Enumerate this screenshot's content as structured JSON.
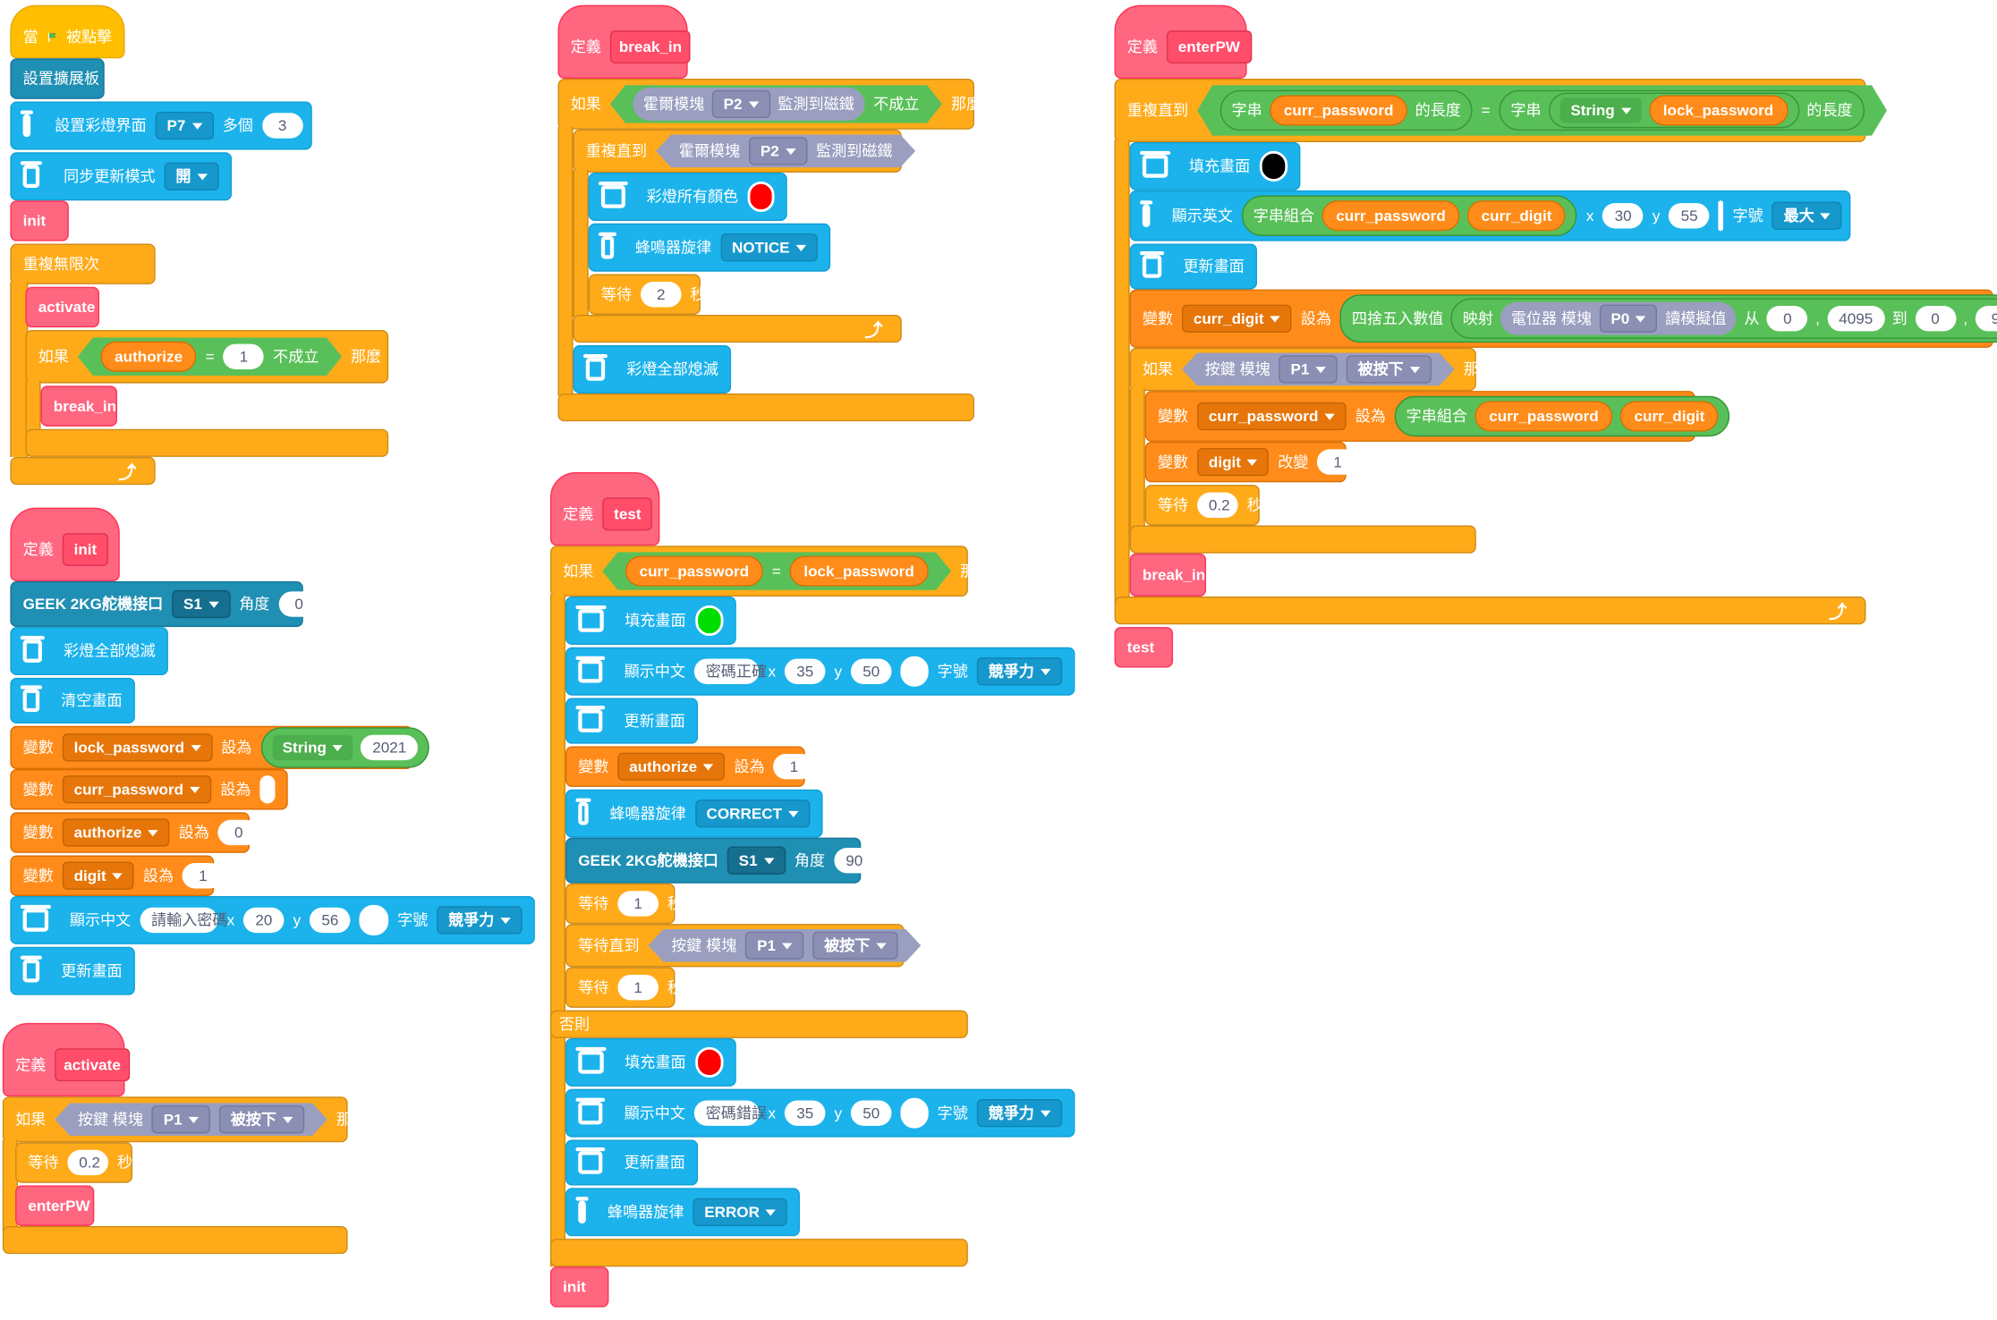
{
  "labels": {
    "when": "當",
    "clicked": "被點擊",
    "setup_board": "設置擴展板",
    "set_led": "設置彩燈界面",
    "multi": "多個",
    "sync_mode": "同步更新模式",
    "forever": "重複無限次",
    "if": "如果",
    "not_true": "不成立",
    "then": "那麼",
    "define": "定義",
    "servo": "GEEK 2KG舵機接口",
    "angle": "角度",
    "led_off": "彩燈全部熄滅",
    "clear_screen": "清空畫面",
    "variable": "變數",
    "set_to": "設為",
    "show_cn": "顯示中文",
    "x": "x",
    "y": "y",
    "font": "字號",
    "update_screen": "更新畫面",
    "button": "按鍵 模塊",
    "pressed": "被按下",
    "wait": "等待",
    "sec": "秒",
    "hall": "霍爾模塊",
    "detect_magnet": "監測到磁鐵",
    "repeat_until": "重複直到",
    "led_all_color": "彩燈所有顏色",
    "buzzer": "蜂鳴器旋律",
    "fill_screen": "填充畫面",
    "wait_until": "等待直到",
    "else": "否則",
    "string": "字串",
    "length_of": "的長度",
    "show_en": "顯示英文",
    "join": "字串組合",
    "round": "四捨五入數值",
    "map": "映射",
    "pot": "電位器 模塊",
    "read_analog": "讀模擬值",
    "from": "从",
    "to": "到",
    "change_by": "改變"
  },
  "values": {
    "port_p7": "P7",
    "led_count": "3",
    "sync_mode_val": "開",
    "port_s1": "S1",
    "angle0": "0",
    "angle90": "90",
    "lock_password": "lock_password",
    "curr_password": "curr_password",
    "authorize": "authorize",
    "digit": "digit",
    "curr_digit": "curr_digit",
    "string_type": "String",
    "pw_2021": "2021",
    "zero": "0",
    "one": "1",
    "enter_pw_cn": "請輸入密碼",
    "x20": "20",
    "y56": "56",
    "font_style": "競爭力",
    "font_big": "最大",
    "port_p1": "P1",
    "port_p2": "P2",
    "port_p0": "P0",
    "wait02": "0.2",
    "wait2": "2",
    "wait1": "1",
    "notice": "NOTICE",
    "correct": "CORRECT",
    "error": "ERROR",
    "x35": "35",
    "y50": "50",
    "x30": "30",
    "y55": "55",
    "pw_ok": "密碼正確",
    "pw_wrong": "密碼錯誤",
    "v4095": "4095",
    "v9": "9"
  },
  "procedures": {
    "init": "init",
    "activate": "activate",
    "break_in": "break_in",
    "enterPW": "enterPW",
    "test": "test"
  },
  "colors": {
    "black": "#000000",
    "red": "#ff0000",
    "green": "#00dd00",
    "white": "#ffffff",
    "blue": "#0066ff"
  }
}
